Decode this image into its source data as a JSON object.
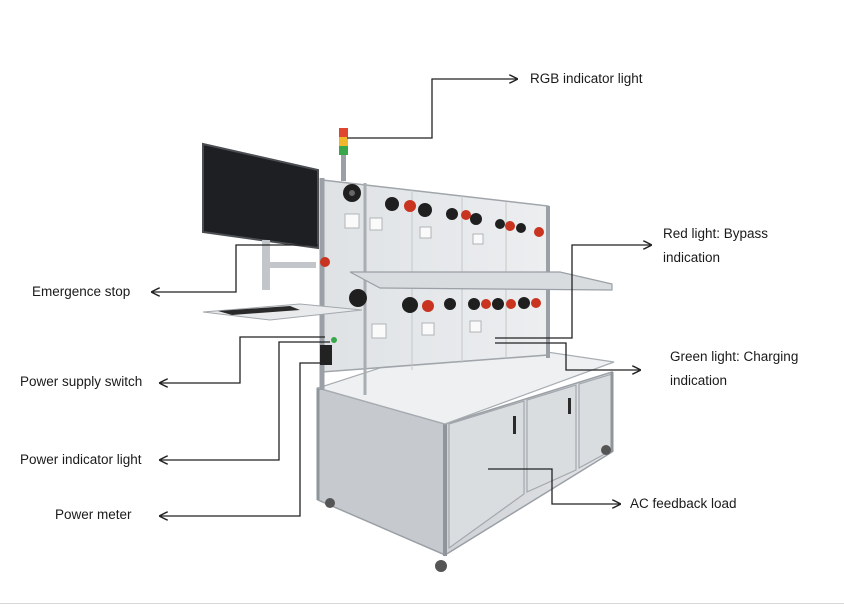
{
  "callouts": {
    "rgb_indicator_light": "RGB indicator light",
    "red_light_line1": "Red light: Bypass",
    "red_light_line2": "indication",
    "emergence_stop": "Emergence stop",
    "green_light_line1": "Green light: Charging",
    "green_light_line2": "indication",
    "power_supply_switch": "Power supply switch",
    "power_indicator_light": "Power indicator light",
    "ac_feedback_load": "AC feedback load",
    "power_meter": "Power meter"
  },
  "colors": {
    "frame": "#b7bcc2",
    "panel": "#e4e6e9",
    "cabinet": "#d7dade",
    "monitor": "#1d1f23",
    "leader_line": "#222222",
    "stack_red": "#e0452d",
    "stack_yellow": "#f1b62a",
    "stack_green": "#3aa64a",
    "socket_red": "#c8341f"
  },
  "icons": {
    "arrow": "arrow-head-icon",
    "knob": "rotary-knob-icon",
    "socket": "red-socket-icon"
  }
}
